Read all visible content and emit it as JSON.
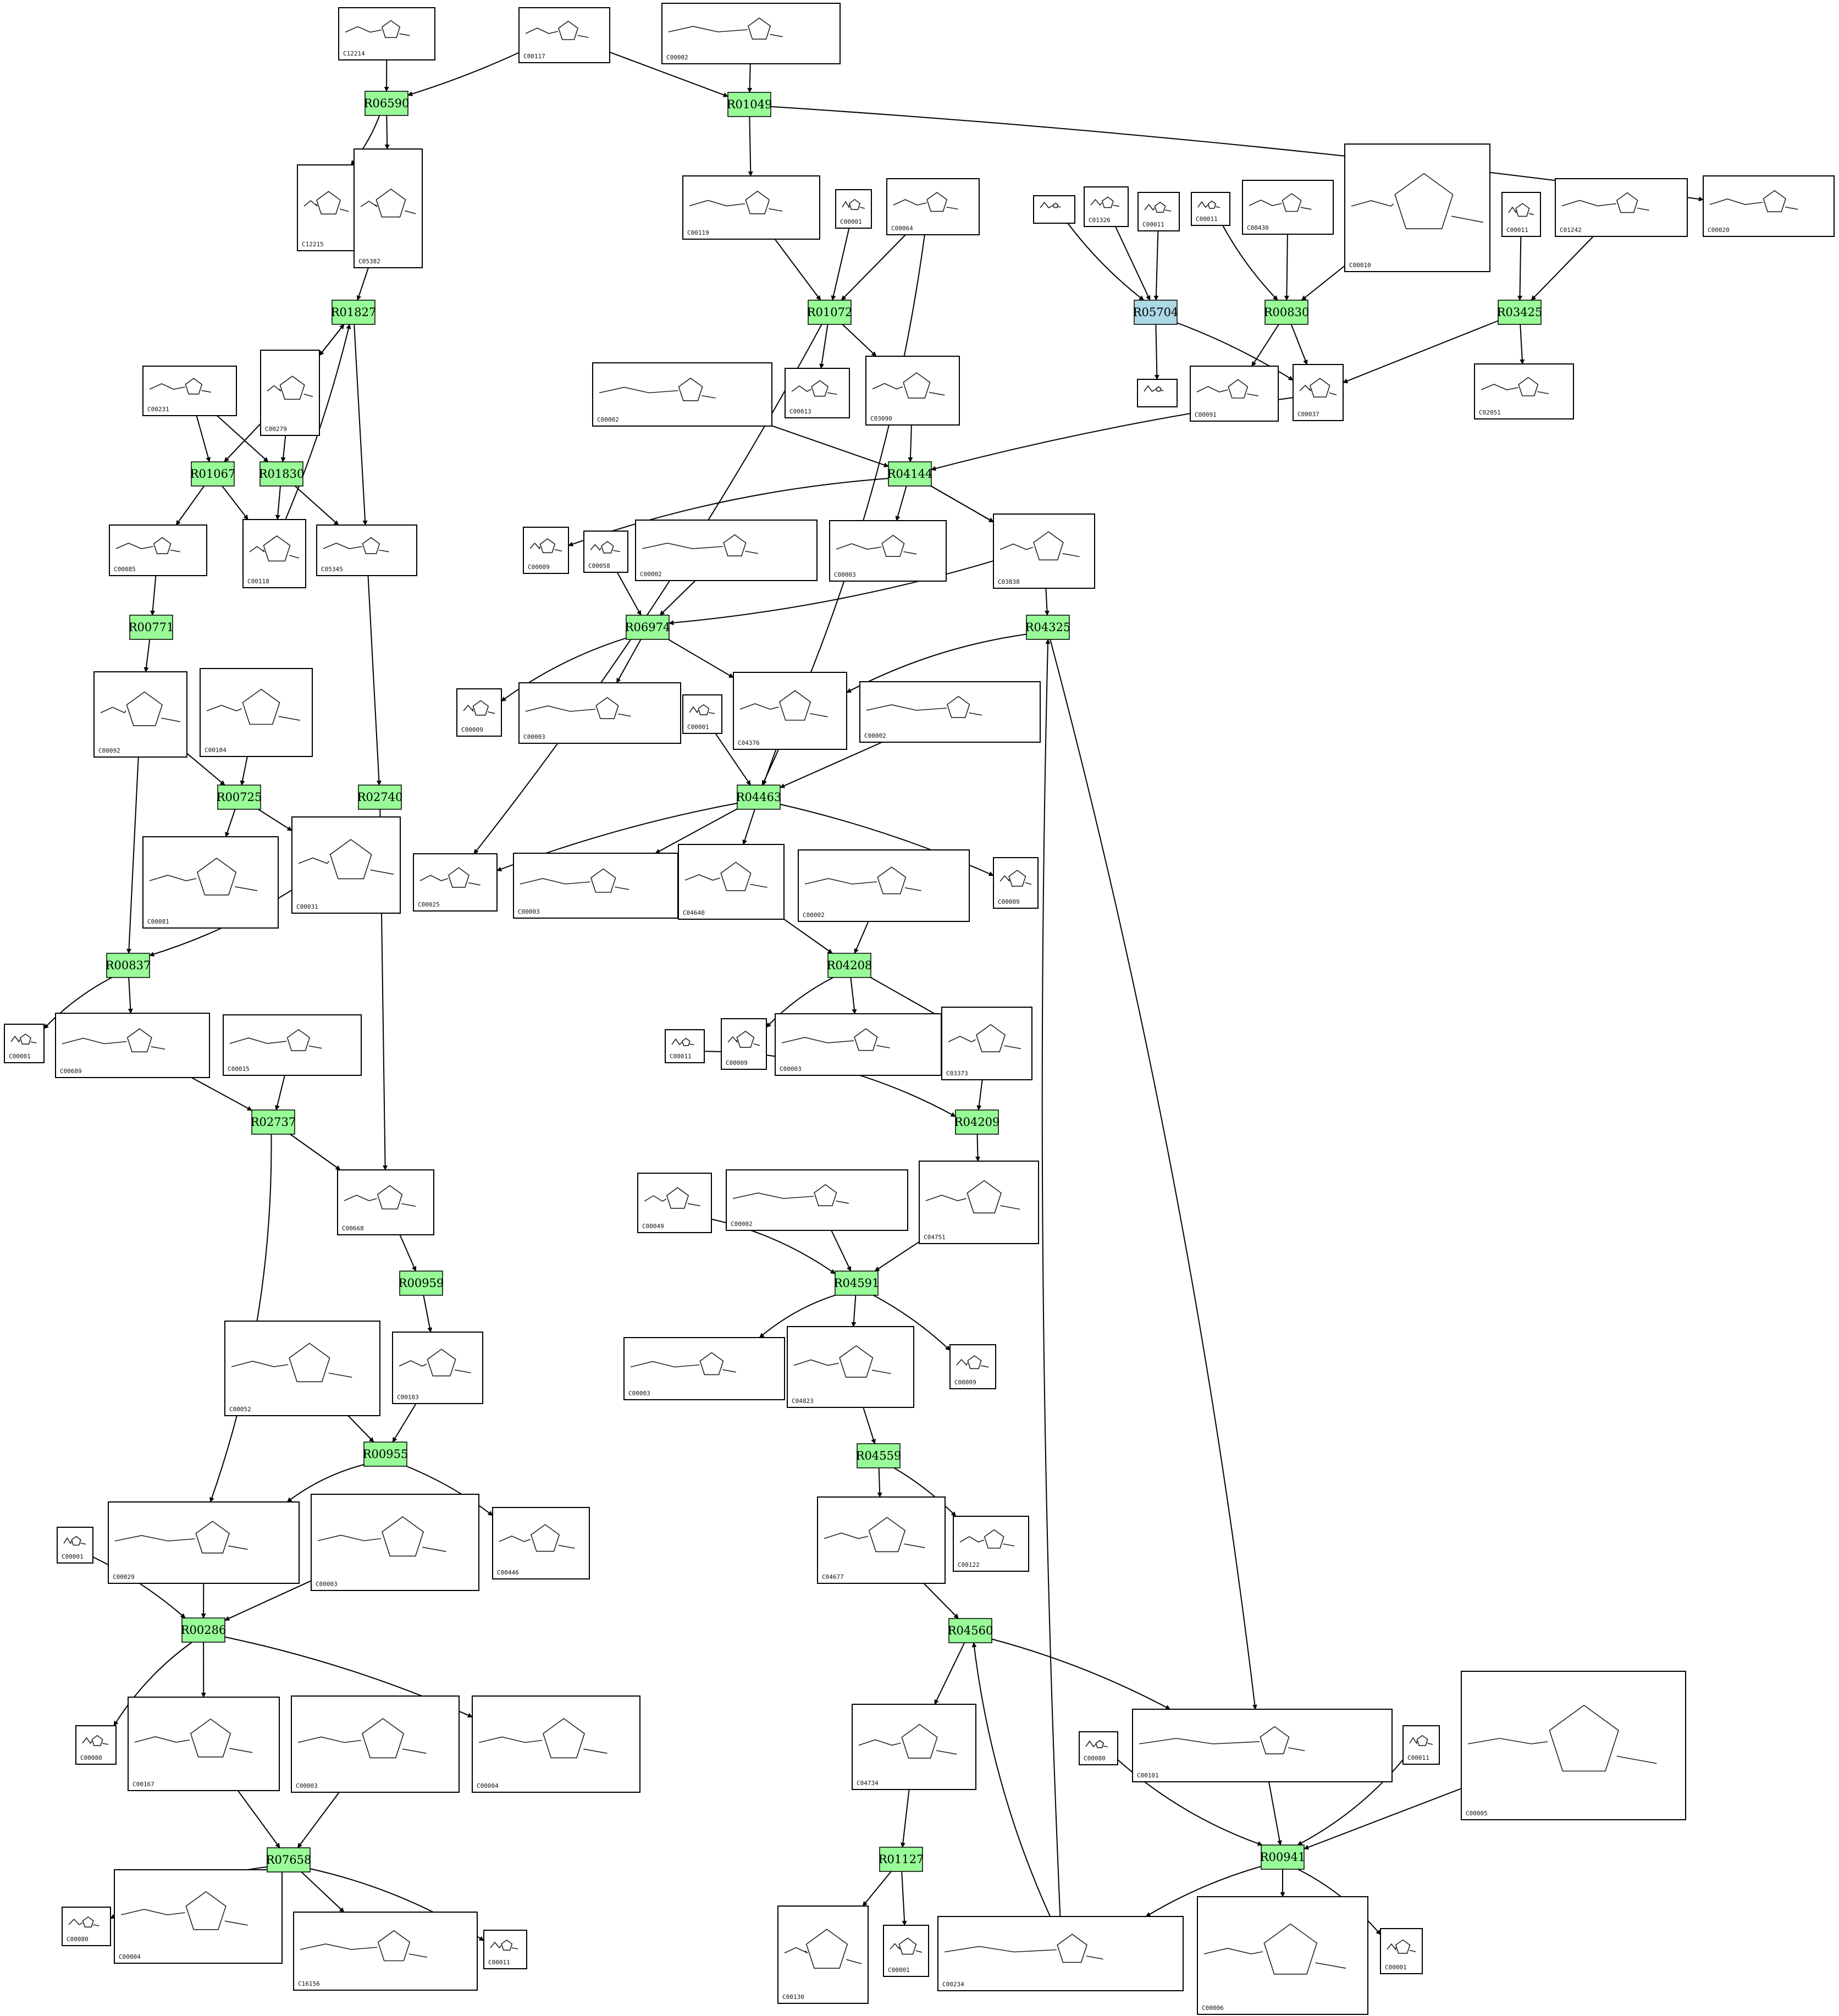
{
  "colors": {
    "reaction": "#98fb98",
    "reaction_special": "#add8e6"
  },
  "reactions": [
    {
      "id": "R06590"
    },
    {
      "id": "R01049"
    },
    {
      "id": "R01827"
    },
    {
      "id": "R01072"
    },
    {
      "id": "R05704",
      "special": true
    },
    {
      "id": "R00830"
    },
    {
      "id": "R03425"
    },
    {
      "id": "R01067"
    },
    {
      "id": "R01830"
    },
    {
      "id": "R04144"
    },
    {
      "id": "R00771"
    },
    {
      "id": "R06974"
    },
    {
      "id": "R04325"
    },
    {
      "id": "R00725"
    },
    {
      "id": "R02740"
    },
    {
      "id": "R04463"
    },
    {
      "id": "R00837"
    },
    {
      "id": "R04208"
    },
    {
      "id": "R02737"
    },
    {
      "id": "R04209"
    },
    {
      "id": "R00959"
    },
    {
      "id": "R04591"
    },
    {
      "id": "R00955"
    },
    {
      "id": "R04559"
    },
    {
      "id": "R00286"
    },
    {
      "id": "R04560"
    },
    {
      "id": "R00941"
    },
    {
      "id": "R07658"
    },
    {
      "id": "R01127"
    }
  ],
  "compounds": [
    {
      "id": "C12214"
    },
    {
      "id": "C00117"
    },
    {
      "id": "C00002"
    },
    {
      "id": "C12215"
    },
    {
      "id": "C05382"
    },
    {
      "id": "C00119"
    },
    {
      "id": "C00001"
    },
    {
      "id": "C00064"
    },
    {
      "id": ""
    },
    {
      "id": "C01326"
    },
    {
      "id": "C00011"
    },
    {
      "id": "C00011"
    },
    {
      "id": "C00430"
    },
    {
      "id": "C00010"
    },
    {
      "id": "C00011"
    },
    {
      "id": "C01242"
    },
    {
      "id": "C00020"
    },
    {
      "id": "C00231"
    },
    {
      "id": "C00279"
    },
    {
      "id": "C00002"
    },
    {
      "id": "C00013"
    },
    {
      "id": "C03090"
    },
    {
      "id": ""
    },
    {
      "id": "C00091"
    },
    {
      "id": "C00037"
    },
    {
      "id": "C02051"
    },
    {
      "id": "C00085"
    },
    {
      "id": "C00118"
    },
    {
      "id": "C05345"
    },
    {
      "id": "C00009"
    },
    {
      "id": "C00058"
    },
    {
      "id": "C00002"
    },
    {
      "id": "C00003"
    },
    {
      "id": "C03838"
    },
    {
      "id": "C00092"
    },
    {
      "id": "C00104"
    },
    {
      "id": "C00009"
    },
    {
      "id": "C00003"
    },
    {
      "id": "C00001"
    },
    {
      "id": "C04376"
    },
    {
      "id": "C00002"
    },
    {
      "id": "C00081"
    },
    {
      "id": "C00031"
    },
    {
      "id": "C00025"
    },
    {
      "id": "C00003"
    },
    {
      "id": "C04640"
    },
    {
      "id": "C00002"
    },
    {
      "id": "C00009"
    },
    {
      "id": "C00001"
    },
    {
      "id": "C00689"
    },
    {
      "id": "C00015"
    },
    {
      "id": "C00011"
    },
    {
      "id": "C00009"
    },
    {
      "id": "C00003"
    },
    {
      "id": "C03373"
    },
    {
      "id": "C00668"
    },
    {
      "id": "C00049"
    },
    {
      "id": "C00002"
    },
    {
      "id": "C04751"
    },
    {
      "id": "C00052"
    },
    {
      "id": "C00103"
    },
    {
      "id": "C00003"
    },
    {
      "id": "C04823"
    },
    {
      "id": "C00009"
    },
    {
      "id": "C00001"
    },
    {
      "id": "C00029"
    },
    {
      "id": "C00003"
    },
    {
      "id": "C00446"
    },
    {
      "id": "C04677"
    },
    {
      "id": "C00122"
    },
    {
      "id": "C00080"
    },
    {
      "id": "C00167"
    },
    {
      "id": "C00003"
    },
    {
      "id": "C00004"
    },
    {
      "id": "C04734"
    },
    {
      "id": "C00101"
    },
    {
      "id": "C00080"
    },
    {
      "id": "C00011"
    },
    {
      "id": "C00005"
    },
    {
      "id": "C00080"
    },
    {
      "id": "C00004"
    },
    {
      "id": "C16156"
    },
    {
      "id": "C00011"
    },
    {
      "id": "C00130"
    },
    {
      "id": "C00001"
    },
    {
      "id": "C00234"
    },
    {
      "id": "C00006"
    },
    {
      "id": "C00001"
    }
  ]
}
